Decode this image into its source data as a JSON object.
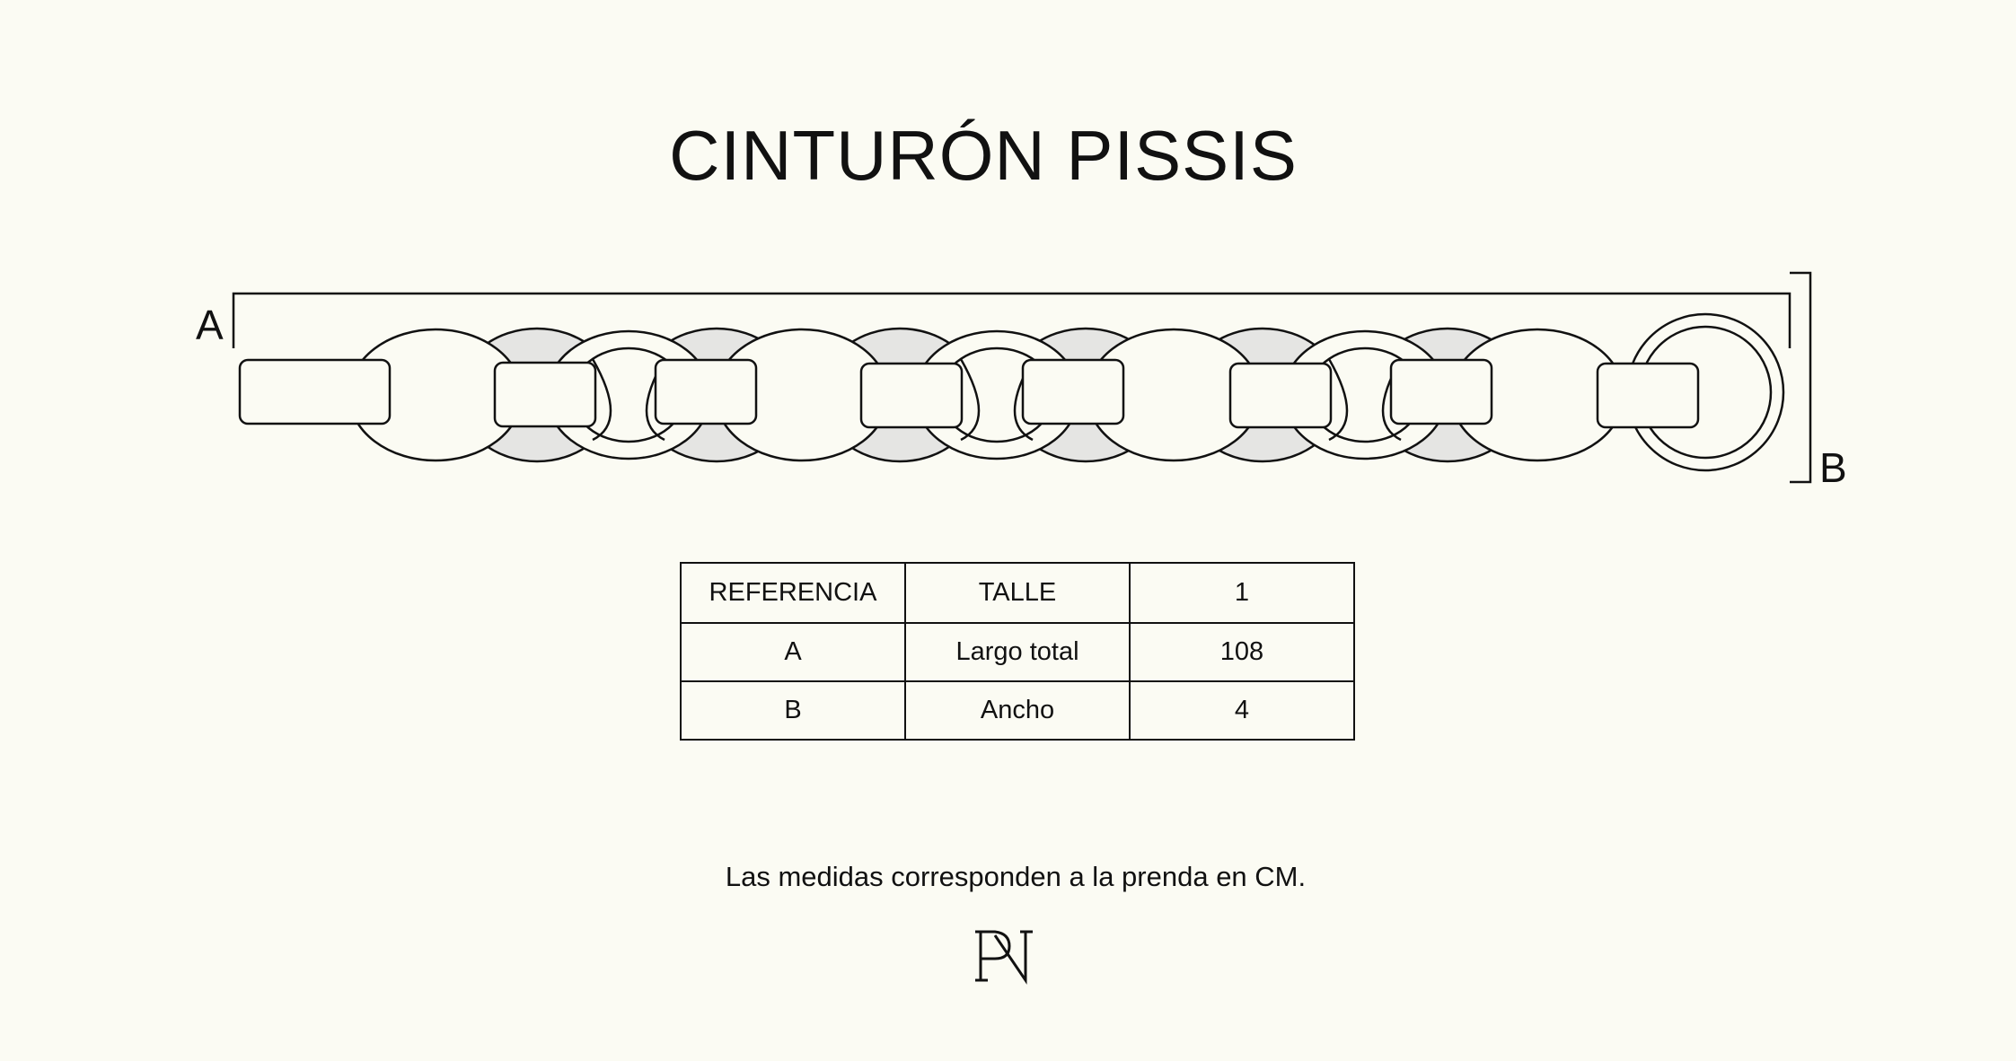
{
  "title": "CINTURÓN PISSIS",
  "dimension_labels": {
    "length": "A",
    "width": "B"
  },
  "table": {
    "rows": [
      [
        "REFERENCIA",
        "TALLE",
        "1"
      ],
      [
        "A",
        "Largo total",
        "108"
      ],
      [
        "B",
        "Ancho",
        "4"
      ]
    ]
  },
  "note": "Las medidas corresponden a la prenda en CM.",
  "logo": {
    "text": "PN",
    "icon": "pn-monogram-icon"
  },
  "colors": {
    "background": "#fbfbf3",
    "line": "#111111",
    "link_fill": "#e5e5e3"
  }
}
